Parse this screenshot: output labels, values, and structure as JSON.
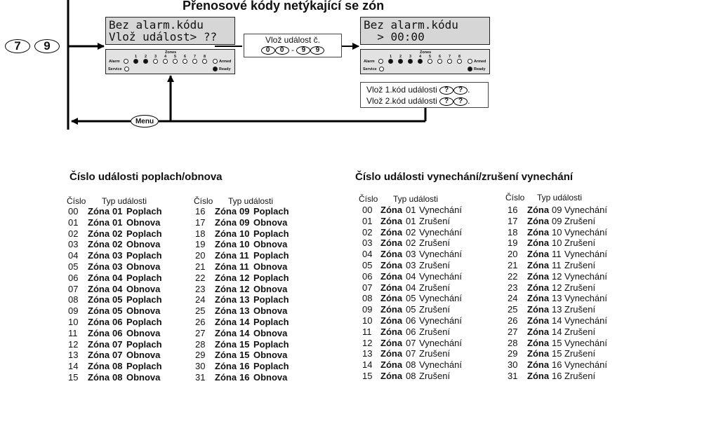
{
  "title": "Přenosové kódy netýkající se zón",
  "keys": [
    "7",
    "9"
  ],
  "lcd_left": [
    "Bez alarm.kódu",
    "Vlož událost> ??"
  ],
  "lcd_right": [
    "Bez alarm.kódu",
    "  > 00:00"
  ],
  "middle_box": {
    "label": "Vlož událost č.",
    "c1": "0",
    "c2": "0",
    "dash": "-",
    "c3": "9",
    "c4": "9"
  },
  "right_box": {
    "line1": "Vlož 1.kód události",
    "line2": "Vlož 2.kód události",
    "q": "?",
    "dot": "."
  },
  "menu_label": "Menu",
  "keypad": {
    "zones": "Zones",
    "alarm": "Alarm",
    "service": "Service",
    "armed": "Armed",
    "ready": "Ready",
    "nums": [
      "1",
      "2",
      "3",
      "4",
      "5",
      "6",
      "7",
      "8"
    ]
  },
  "left_section": {
    "heading": "Číslo události poplach/obnova",
    "col_num": "Číslo",
    "col_type": "Typ události",
    "zone_word": "Zóna",
    "rows": [
      [
        "00",
        "01",
        "Poplach"
      ],
      [
        "01",
        "01",
        "Obnova"
      ],
      [
        "02",
        "02",
        "Poplach"
      ],
      [
        "03",
        "02",
        "Obnova"
      ],
      [
        "04",
        "03",
        "Poplach"
      ],
      [
        "05",
        "03",
        "Obnova"
      ],
      [
        "06",
        "04",
        "Poplach"
      ],
      [
        "07",
        "04",
        "Obnova"
      ],
      [
        "08",
        "05",
        "Poplach"
      ],
      [
        "09",
        "05",
        "Obnova"
      ],
      [
        "10",
        "06",
        "Poplach"
      ],
      [
        "11",
        "06",
        "Obnova"
      ],
      [
        "12",
        "07",
        "Poplach"
      ],
      [
        "13",
        "07",
        "Obnova"
      ],
      [
        "14",
        "08",
        "Poplach"
      ],
      [
        "15",
        "08",
        "Obnova"
      ],
      [
        "16",
        "09",
        "Poplach"
      ],
      [
        "17",
        "09",
        "Obnova"
      ],
      [
        "18",
        "10",
        "Poplach"
      ],
      [
        "19",
        "10",
        "Obnova"
      ],
      [
        "20",
        "11",
        "Poplach"
      ],
      [
        "21",
        "11",
        "Obnova"
      ],
      [
        "22",
        "12",
        "Poplach"
      ],
      [
        "23",
        "12",
        "Obnova"
      ],
      [
        "24",
        "13",
        "Poplach"
      ],
      [
        "25",
        "13",
        "Obnova"
      ],
      [
        "26",
        "14",
        "Poplach"
      ],
      [
        "27",
        "14",
        "Obnova"
      ],
      [
        "28",
        "15",
        "Poplach"
      ],
      [
        "29",
        "15",
        "Obnova"
      ],
      [
        "30",
        "16",
        "Poplach"
      ],
      [
        "31",
        "16",
        "Obnova"
      ]
    ]
  },
  "right_section": {
    "heading": "Číslo události vynechání/zrušení vynechání",
    "col_num": "Číslo",
    "col_type": "Typ události",
    "zone_word": "Zóna",
    "rows": [
      [
        "00",
        "01",
        "Vynechání"
      ],
      [
        "01",
        "01",
        "Zrušení"
      ],
      [
        "02",
        "02",
        "Vynechání"
      ],
      [
        "03",
        "02",
        "Zrušení"
      ],
      [
        "04",
        "03",
        "Vynechání"
      ],
      [
        "05",
        "03",
        "Zrušení"
      ],
      [
        "06",
        "04",
        "Vynechání"
      ],
      [
        "07",
        "04",
        "Zrušení"
      ],
      [
        "08",
        "05",
        "Vynechání"
      ],
      [
        "09",
        "05",
        "Zrušení"
      ],
      [
        "10",
        "06",
        "Vynechání"
      ],
      [
        "11",
        "06",
        "Zrušení"
      ],
      [
        "12",
        "07",
        "Vynechání"
      ],
      [
        "13",
        "07",
        "Zrušení"
      ],
      [
        "14",
        "08",
        "Vynechání"
      ],
      [
        "15",
        "08",
        "Zrušení"
      ],
      [
        "16",
        "09",
        "Vynechání"
      ],
      [
        "17",
        "09",
        "Zrušení"
      ],
      [
        "18",
        "10",
        "Vynechání"
      ],
      [
        "19",
        "10",
        "Zrušení"
      ],
      [
        "20",
        "11",
        "Vynechání"
      ],
      [
        "21",
        "11",
        "Zrušení"
      ],
      [
        "22",
        "12",
        "Vynechání"
      ],
      [
        "23",
        "12",
        "Zrušení"
      ],
      [
        "24",
        "13",
        "Vynechání"
      ],
      [
        "25",
        "13",
        "Zrušení"
      ],
      [
        "26",
        "14",
        "Vynechání"
      ],
      [
        "27",
        "14",
        "Zrušení"
      ],
      [
        "28",
        "15",
        "Vynechání"
      ],
      [
        "29",
        "15",
        "Zrušení"
      ],
      [
        "30",
        "16",
        "Vynechání"
      ],
      [
        "31",
        "16",
        "Zrušení"
      ]
    ]
  }
}
